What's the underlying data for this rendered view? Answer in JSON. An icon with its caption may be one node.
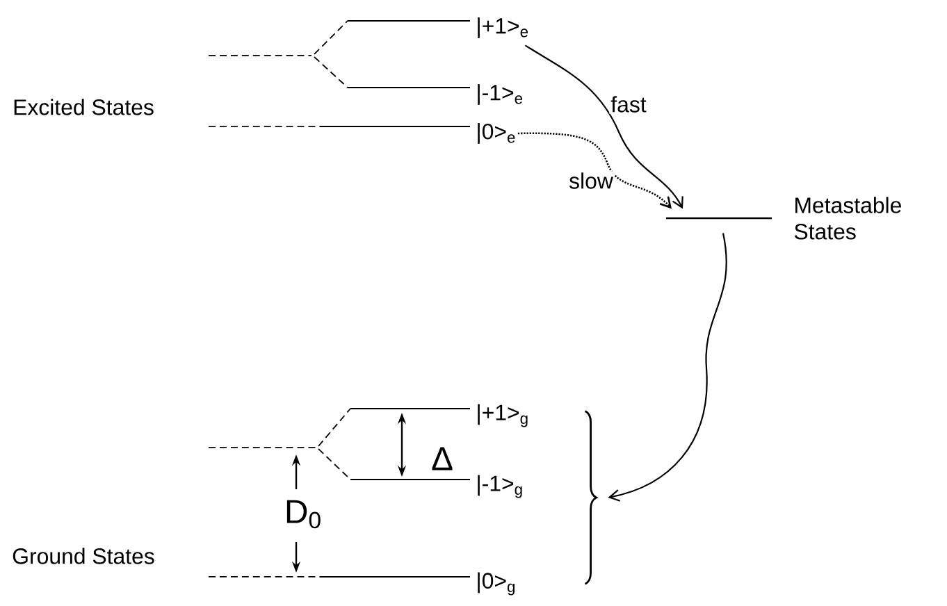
{
  "diagram": {
    "nodes": [
      {
        "text": [
          "|+1>$_{e}$"
        ]
      },
      {
        "text": [
          "|-1>$_{e}$"
        ]
      },
      {
        "text": [
          "|0>$_{e}$"
        ]
      },
      {
        "text": [
          "Metastable States"
        ]
      },
      {
        "text": [],
        "shape": "brace"
      },
      {
        "text": [
          "|+1>$_{g}$"
        ]
      },
      {
        "text": [
          "|-1>$_{g}$"
        ]
      },
      {
        "text": [
          "|0>$_{g}$"
        ]
      }
    ],
    "edges": [
      {
        "from": 0,
        "to": 3,
        "arrow": "to",
        "label": "fast"
      },
      {
        "from": 2,
        "to": 3,
        "arrow": "to",
        "label": "slow",
        "style": "dashed"
      },
      {
        "from": 3,
        "to": 4,
        "arrow": "to"
      }
    ],
    "labels": [
      "Excited States",
      "Δ",
      "Ground States",
      "D$_{0}$"
    ]
  }
}
